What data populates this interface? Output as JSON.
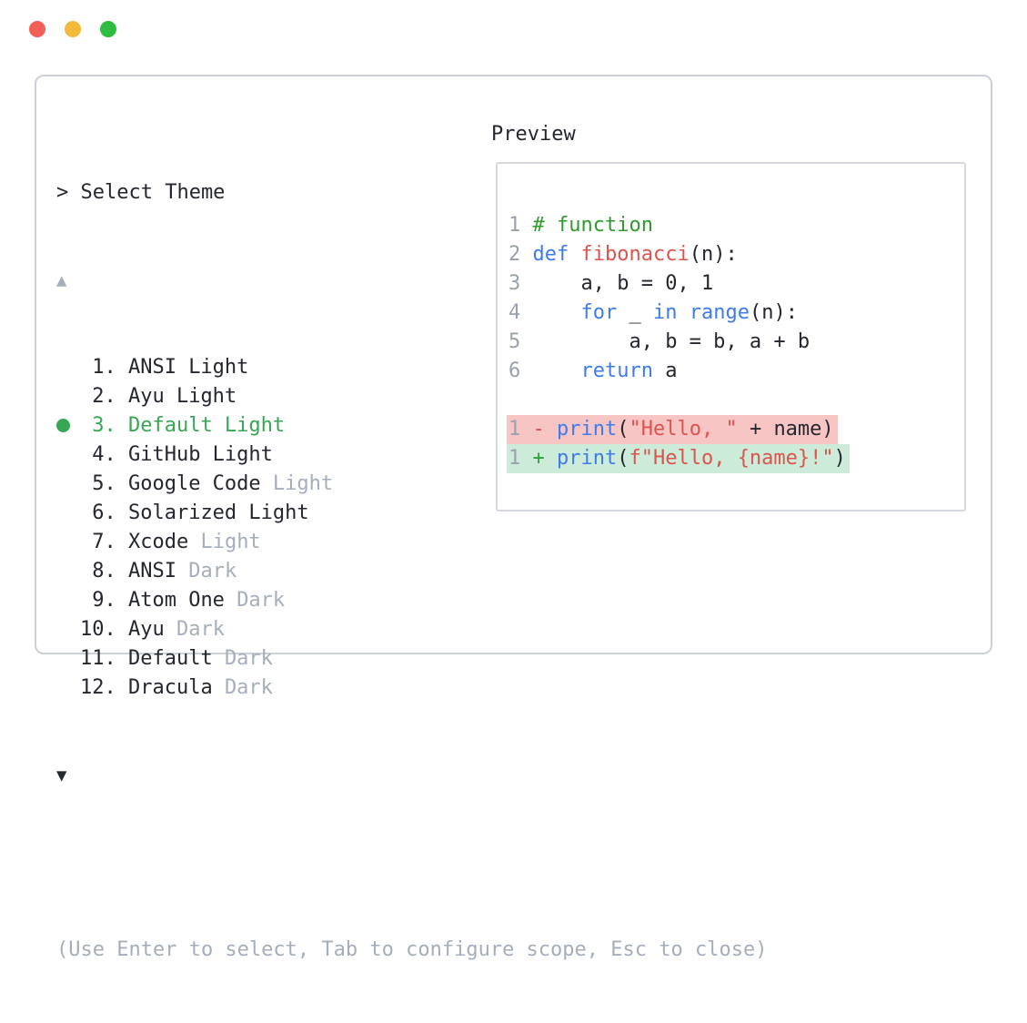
{
  "colors": {
    "traffic-red": "#f15f57",
    "traffic-yellow": "#f2b93b",
    "traffic-green": "#2ebd41",
    "window-border": "#cbd0d9",
    "preview-border": "#d5d9df",
    "text": "#24272e",
    "muted": "#a6aebd",
    "line-number": "#9aa1ae",
    "keyword": "#3f7bed",
    "function": "#dc544d",
    "string": "#dc544d",
    "comment": "#2f9a2e",
    "selected": "#36a853",
    "diff-plus": "#2f9e3e",
    "diff-minus": "#d84f48",
    "diff-removed-bg": "#f8c5c5",
    "diff-added-bg": "#cdebd9"
  },
  "selector": {
    "prompt": "> Select Theme",
    "scroll_up_icon": "▲",
    "scroll_down_icon": "▼",
    "items": [
      {
        "number": "1.",
        "name": "ANSI Light",
        "suffix": "",
        "selected": false
      },
      {
        "number": "2.",
        "name": "Ayu Light",
        "suffix": "",
        "selected": false
      },
      {
        "number": "3.",
        "name": "Default Light",
        "suffix": "",
        "selected": true
      },
      {
        "number": "4.",
        "name": "GitHub Light",
        "suffix": "",
        "selected": false
      },
      {
        "number": "5.",
        "name": "Google Code",
        "suffix": "Light",
        "selected": false
      },
      {
        "number": "6.",
        "name": "Solarized Light",
        "suffix": "",
        "selected": false
      },
      {
        "number": "7.",
        "name": "Xcode",
        "suffix": "Light",
        "selected": false
      },
      {
        "number": "8.",
        "name": "ANSI",
        "suffix": "Dark",
        "selected": false
      },
      {
        "number": "9.",
        "name": "Atom One",
        "suffix": "Dark",
        "selected": false
      },
      {
        "number": "10.",
        "name": "Ayu",
        "suffix": "Dark",
        "selected": false
      },
      {
        "number": "11.",
        "name": "Default",
        "suffix": "Dark",
        "selected": false
      },
      {
        "number": "12.",
        "name": "Dracula",
        "suffix": "Dark",
        "selected": false
      }
    ],
    "help": "(Use Enter to select, Tab to configure scope, Esc to close)"
  },
  "preview": {
    "title": "Preview",
    "code": {
      "lines": [
        {
          "num": "1",
          "segs": [
            {
              "text": "# function",
              "style": "comment"
            }
          ]
        },
        {
          "num": "2",
          "segs": [
            {
              "text": "def",
              "style": "kw"
            },
            {
              "text": " ",
              "style": "plain"
            },
            {
              "text": "fibonacci",
              "style": "fn"
            },
            {
              "text": "(n):",
              "style": "plain"
            }
          ]
        },
        {
          "num": "3",
          "segs": [
            {
              "text": "    a, b = 0, 1",
              "style": "plain"
            }
          ]
        },
        {
          "num": "4",
          "segs": [
            {
              "text": "    ",
              "style": "plain"
            },
            {
              "text": "for",
              "style": "kw"
            },
            {
              "text": " _ ",
              "style": "plain"
            },
            {
              "text": "in",
              "style": "kw"
            },
            {
              "text": " ",
              "style": "plain"
            },
            {
              "text": "range",
              "style": "kw"
            },
            {
              "text": "(n):",
              "style": "plain"
            }
          ]
        },
        {
          "num": "5",
          "segs": [
            {
              "text": "        a, b = b, a + b",
              "style": "plain"
            }
          ]
        },
        {
          "num": "6",
          "segs": [
            {
              "text": "    ",
              "style": "plain"
            },
            {
              "text": "return",
              "style": "kw"
            },
            {
              "text": " a",
              "style": "plain"
            }
          ]
        },
        {
          "num": "",
          "segs": []
        }
      ],
      "diff": [
        {
          "num": "1",
          "kind": "removed",
          "segs": [
            {
              "text": "- ",
              "style": "minus"
            },
            {
              "text": "print",
              "style": "kw"
            },
            {
              "text": "(",
              "style": "plain"
            },
            {
              "text": "\"Hello, \"",
              "style": "str"
            },
            {
              "text": " + name)",
              "style": "plain"
            }
          ]
        },
        {
          "num": "1",
          "kind": "added",
          "segs": [
            {
              "text": "+ ",
              "style": "plus"
            },
            {
              "text": "print",
              "style": "kw"
            },
            {
              "text": "(",
              "style": "plain"
            },
            {
              "text": "f\"Hello, {name}!\"",
              "style": "str"
            },
            {
              "text": ")",
              "style": "plain"
            }
          ]
        }
      ]
    }
  }
}
